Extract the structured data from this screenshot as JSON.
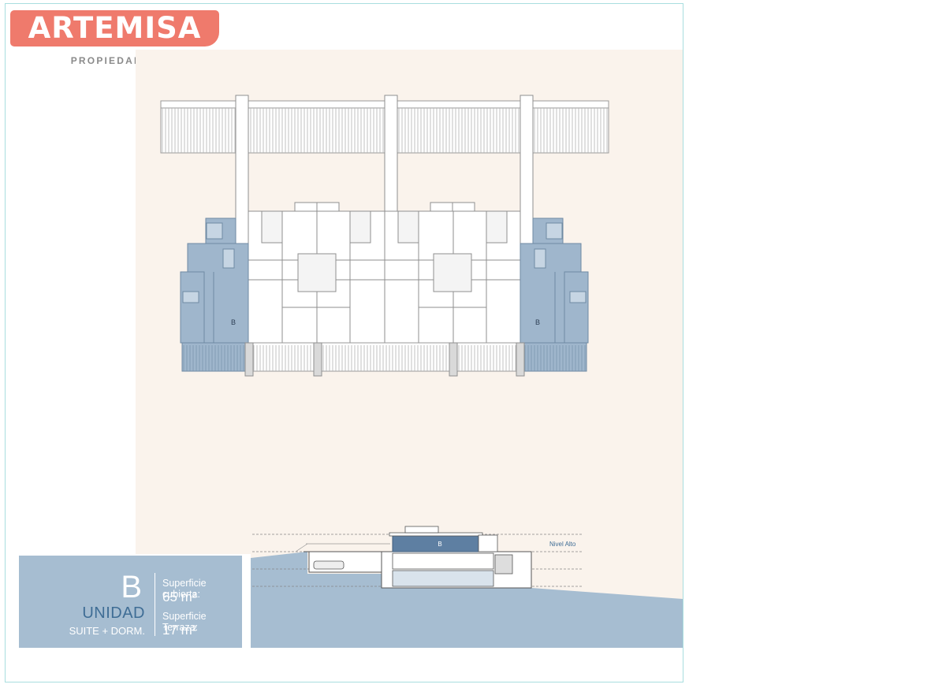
{
  "brand": {
    "name": "ARTEMISA",
    "subtitle": "PROPIEDADES",
    "color": "#ef7a6c"
  },
  "plan": {
    "unit_tag_left": "B",
    "unit_tag_right": "B",
    "highlight_color": "#9fb6cc"
  },
  "section": {
    "unit_tag": "B",
    "level_label": "Nivel Alto"
  },
  "info": {
    "unit_letter": "B",
    "unit_word": "UNIDAD",
    "unit_type": "SUITE + DORM.",
    "covered_label": "Superficie cubierta:",
    "covered_value": "65 m²",
    "terrace_label": "Superficie Terraza:",
    "terrace_value": "17 m²"
  }
}
